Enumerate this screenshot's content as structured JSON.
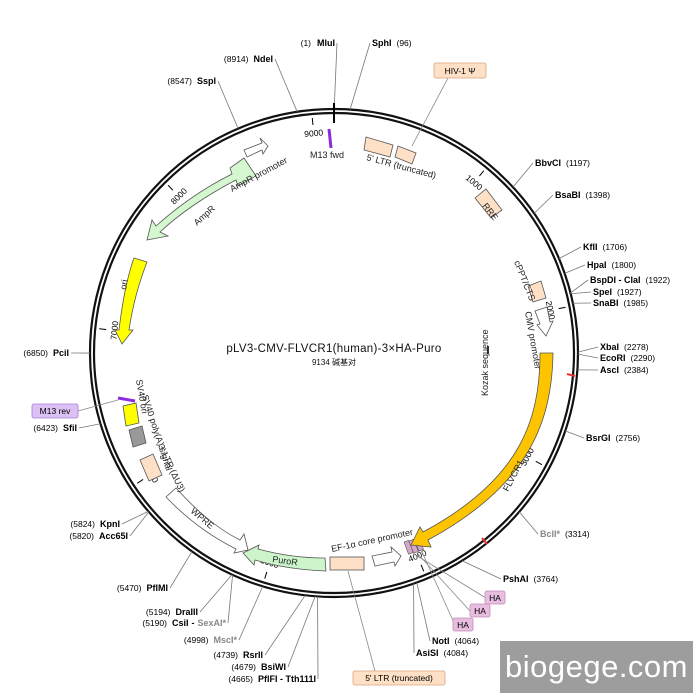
{
  "plasmid": {
    "name": "pLV3-CMV-FLVCR1(human)-3×HA-Puro",
    "length_label": "9134 碱基对",
    "total_bp": 9134
  },
  "colors": {
    "backbone": "#111111",
    "ampr": "#d4f7cf",
    "ori": "#ffff00",
    "flvcr1": "#ffc400",
    "puror": "#ccf5cc",
    "peach": "#fde0c6",
    "ha": "#d4a6c8",
    "m13": "#8a2be2",
    "grey": "#999999",
    "callout_peach": "#fde0c6",
    "callout_ha": "#e7bde0",
    "callout_m13": "#dcc1f5"
  },
  "ticks": [
    {
      "bp": 1000,
      "label": "1000"
    },
    {
      "bp": 2000,
      "label": "2000"
    },
    {
      "bp": 3000,
      "label": "3000"
    },
    {
      "bp": 4000,
      "label": "4000"
    },
    {
      "bp": 5000,
      "label": "5000"
    },
    {
      "bp": 6000,
      "label": "6000"
    },
    {
      "bp": 7000,
      "label": "7000"
    },
    {
      "bp": 8000,
      "label": "8000"
    },
    {
      "bp": 9000,
      "label": "9000"
    }
  ],
  "sites": [
    {
      "name": "MluI",
      "pos": "(1)",
      "bp": 1,
      "side": "L"
    },
    {
      "name": "SphI",
      "pos": "(96)",
      "bp": 96,
      "side": "R"
    },
    {
      "name": "BbvCI",
      "pos": "(1197)",
      "bp": 1197,
      "side": "R"
    },
    {
      "name": "BsaBI",
      "pos": "(1398)",
      "bp": 1398,
      "side": "R"
    },
    {
      "name": "KflI",
      "pos": "(1706)",
      "bp": 1706,
      "side": "R"
    },
    {
      "name": "HpaI",
      "pos": "(1800)",
      "bp": 1800,
      "side": "R"
    },
    {
      "name": "BspDI - ClaI",
      "pos": "(1922)",
      "bp": 1922,
      "side": "R"
    },
    {
      "name": "SpeI",
      "pos": "(1927)",
      "bp": 1927,
      "side": "R"
    },
    {
      "name": "SnaBI",
      "pos": "(1985)",
      "bp": 1985,
      "side": "R"
    },
    {
      "name": "XbaI",
      "pos": "(2278)",
      "bp": 2278,
      "side": "R"
    },
    {
      "name": "EcoRI",
      "pos": "(2290)",
      "bp": 2290,
      "side": "R"
    },
    {
      "name": "AscI",
      "pos": "(2384)",
      "bp": 2384,
      "side": "R"
    },
    {
      "name": "BsrGI",
      "pos": "(2756)",
      "bp": 2756,
      "side": "R"
    },
    {
      "name": "BclI*",
      "pos": "(3314)",
      "bp": 3314,
      "side": "R",
      "alt": true
    },
    {
      "name": "PshAI",
      "pos": "(3764)",
      "bp": 3764,
      "side": "R"
    },
    {
      "name": "NotI",
      "pos": "(4064)",
      "bp": 4064,
      "side": "R"
    },
    {
      "name": "AsiSI",
      "pos": "(4084)",
      "bp": 4084,
      "side": "R"
    },
    {
      "name": "PflFI - Tth111I",
      "pos": "(4665)",
      "bp": 4665,
      "side": "L"
    },
    {
      "name": "BsiWI",
      "pos": "(4679)",
      "bp": 4679,
      "side": "L"
    },
    {
      "name": "RsrII",
      "pos": "(4739)",
      "bp": 4739,
      "side": "L"
    },
    {
      "name": "MscI*",
      "pos": "(4998)",
      "bp": 4998,
      "side": "L",
      "alt": true
    },
    {
      "name": "CsiI",
      "name2": "SexAI*",
      "pos": "(5190)",
      "bp": 5190,
      "side": "L"
    },
    {
      "name": "DraIII",
      "pos": "(5194)",
      "bp": 5194,
      "side": "L"
    },
    {
      "name": "PflMI",
      "pos": "(5470)",
      "bp": 5470,
      "side": "L"
    },
    {
      "name": "Acc65I",
      "pos": "(5820)",
      "bp": 5820,
      "side": "L"
    },
    {
      "name": "KpnI",
      "pos": "(5824)",
      "bp": 5824,
      "side": "L"
    },
    {
      "name": "SfiI",
      "pos": "(6423)",
      "bp": 6423,
      "side": "L"
    },
    {
      "name": "PciI",
      "pos": "(6850)",
      "bp": 6850,
      "side": "L"
    },
    {
      "name": "SspI",
      "pos": "(8547)",
      "bp": 8547,
      "side": "L"
    },
    {
      "name": "NdeI",
      "pos": "(8914)",
      "bp": 8914,
      "side": "L"
    }
  ],
  "features": {
    "m13_fwd": "M13 fwd",
    "ltr5_trunc": "5' LTR (truncated)",
    "hiv_psi": "HIV-1 Ψ",
    "rre": "RRE",
    "cppt": "cPPT/CTS",
    "cmv": "CMV promoter",
    "kozak": "Kozak sequence",
    "flvcr1": "FLVCR1",
    "ef1a": "EF-1α core promoter",
    "ha": "HA",
    "puror": "PuroR",
    "wpre": "WPRE",
    "ltr3": "3' LTR (ΔU3)",
    "sv40_polya": "SV40 poly(A) signal",
    "sv40_ori": "SV40 ori",
    "m13_rev": "M13 rev",
    "ori": "ori",
    "ampr": "AmpR",
    "ampr_promoter": "AmpR promoter",
    "ltr5_bottom": "5' LTR (truncated)"
  },
  "watermark": "biogege.com"
}
